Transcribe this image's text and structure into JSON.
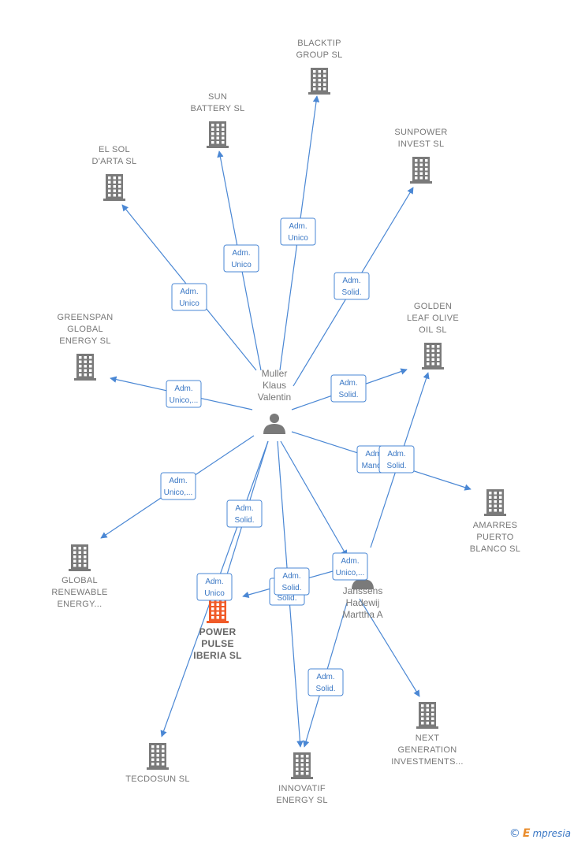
{
  "companies": [
    {
      "id": "blacktip",
      "lines": [
        "BLACKTIP",
        "GROUP  SL"
      ]
    },
    {
      "id": "sunbattery",
      "lines": [
        "SUN",
        "BATTERY  SL"
      ]
    },
    {
      "id": "sunpower",
      "lines": [
        "SUNPOWER",
        "INVEST SL"
      ]
    },
    {
      "id": "elsol",
      "lines": [
        "EL SOL",
        "D'ARTA SL"
      ]
    },
    {
      "id": "greenspan",
      "lines": [
        "GREENSPAN",
        "GLOBAL",
        "ENERGY  SL"
      ]
    },
    {
      "id": "golden",
      "lines": [
        "GOLDEN",
        "LEAF OLIVE",
        "OIL  SL"
      ]
    },
    {
      "id": "amarres",
      "lines": [
        "AMARRES",
        "PUERTO",
        "BLANCO SL"
      ]
    },
    {
      "id": "global",
      "lines": [
        "GLOBAL",
        "RENEWABLE",
        "ENERGY..."
      ]
    },
    {
      "id": "powerpulse",
      "lines": [
        "POWER",
        "PULSE",
        "IBERIA  SL"
      ],
      "highlight": true
    },
    {
      "id": "tecdosun",
      "lines": [
        "TECDOSUN SL"
      ]
    },
    {
      "id": "innovatif",
      "lines": [
        "INNOVATIF",
        "ENERGY  SL"
      ]
    },
    {
      "id": "nextgen",
      "lines": [
        "NEXT",
        "GENERATION",
        "INVESTMENTS..."
      ]
    }
  ],
  "persons": [
    {
      "id": "muller",
      "lines": [
        "Muller",
        "Klaus",
        "Valentin"
      ]
    },
    {
      "id": "janssens",
      "lines": [
        "Janssens",
        "Hadewij",
        "Marttha A"
      ]
    }
  ],
  "badges": [
    {
      "id": "b-blacktip",
      "lines": [
        "Adm.",
        "Unico"
      ]
    },
    {
      "id": "b-sunbattery",
      "lines": [
        "Adm.",
        "Unico"
      ]
    },
    {
      "id": "b-elsol",
      "lines": [
        "Adm.",
        "Unico"
      ]
    },
    {
      "id": "b-sunpower",
      "lines": [
        "Adm.",
        "Solid."
      ]
    },
    {
      "id": "b-greenspan",
      "lines": [
        "Adm.",
        "Unico,..."
      ]
    },
    {
      "id": "b-golden-m",
      "lines": [
        "Adm.",
        "Solid."
      ]
    },
    {
      "id": "b-amarres-back",
      "lines": [
        "Adm.",
        "Manc..."
      ]
    },
    {
      "id": "b-golden-j",
      "lines": [
        "Adm.",
        "Solid."
      ]
    },
    {
      "id": "b-global",
      "lines": [
        "Adm.",
        "Unico,..."
      ]
    },
    {
      "id": "b-tecdosun",
      "lines": [
        "Adm.",
        "Solid."
      ]
    },
    {
      "id": "b-powerpulse-m",
      "lines": [
        "Adm.",
        "Unico"
      ]
    },
    {
      "id": "b-innovatif-back",
      "lines": [
        "Adm.",
        "Solid."
      ]
    },
    {
      "id": "b-innovatif-m",
      "lines": [
        "Adm.",
        "Solid."
      ]
    },
    {
      "id": "b-powerpulse-j",
      "lines": [
        "Adm.",
        "Unico,..."
      ]
    },
    {
      "id": "b-innovatif-j",
      "lines": [
        "Adm.",
        "Solid."
      ]
    }
  ],
  "colors": {
    "edge": "#4a87d4",
    "building": "#7a7a7a",
    "highlight": "#f05a28",
    "person": "#7a7a7a"
  },
  "brand": {
    "symbol": "©",
    "initial": "E",
    "rest": "mpresia"
  }
}
